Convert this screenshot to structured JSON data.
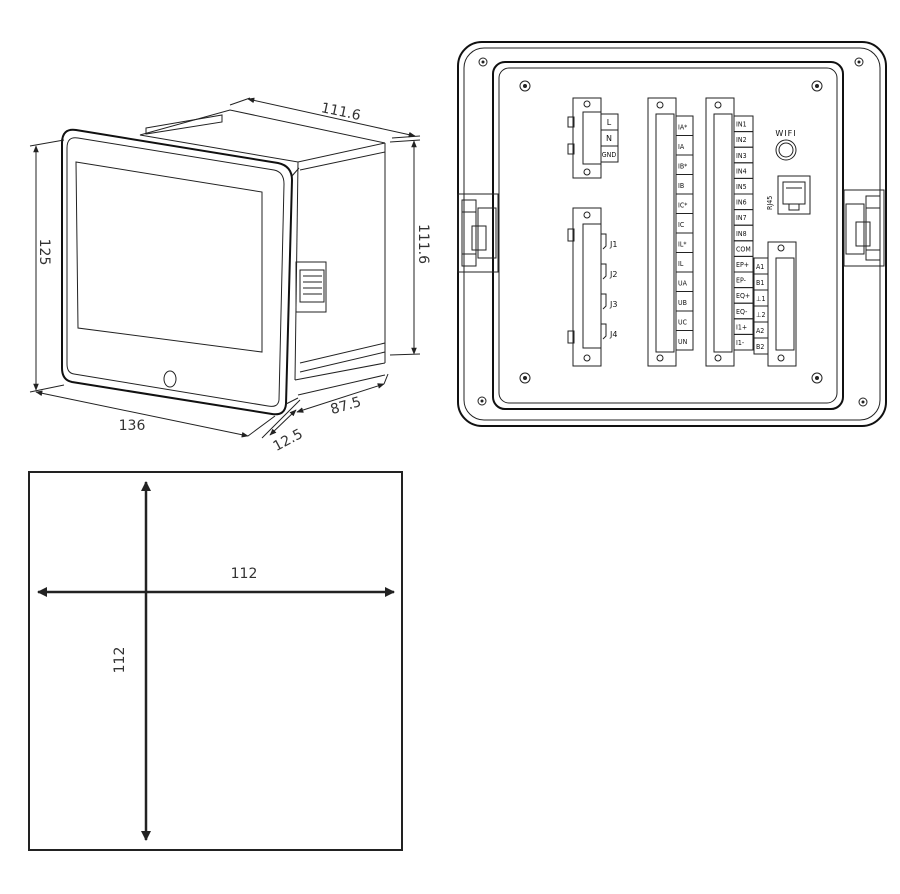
{
  "perspective_view": {
    "dims": {
      "depth_top": "111.6",
      "height_left": "125",
      "height_right": "111.6",
      "width_bottom": "136",
      "depth_bottom": "87.5",
      "front_thickness": "12.5"
    }
  },
  "rear_view": {
    "power_terminals": [
      "L",
      "N",
      "GND"
    ],
    "relay_labels": [
      "J1",
      "J2",
      "J3",
      "J4"
    ],
    "current_voltage_terminals": [
      "IA*",
      "IA",
      "IB*",
      "IB",
      "IC*",
      "IC",
      "IL*",
      "IL",
      "UA",
      "UB",
      "UC",
      "UN"
    ],
    "io_terminals": [
      "IN1",
      "IN2",
      "IN3",
      "IN4",
      "IN5",
      "IN6",
      "IN7",
      "IN8",
      "COM",
      "EP+",
      "EP-",
      "EQ+",
      "EQ-",
      "I1+",
      "I1-"
    ],
    "comm_terminals": [
      "A1",
      "B1",
      "⊥1",
      "⊥2",
      "A2",
      "B2"
    ],
    "wifi_label": "WIFI",
    "rj45_label": "RJ45"
  },
  "cutout_view": {
    "width": "112",
    "height": "112"
  }
}
